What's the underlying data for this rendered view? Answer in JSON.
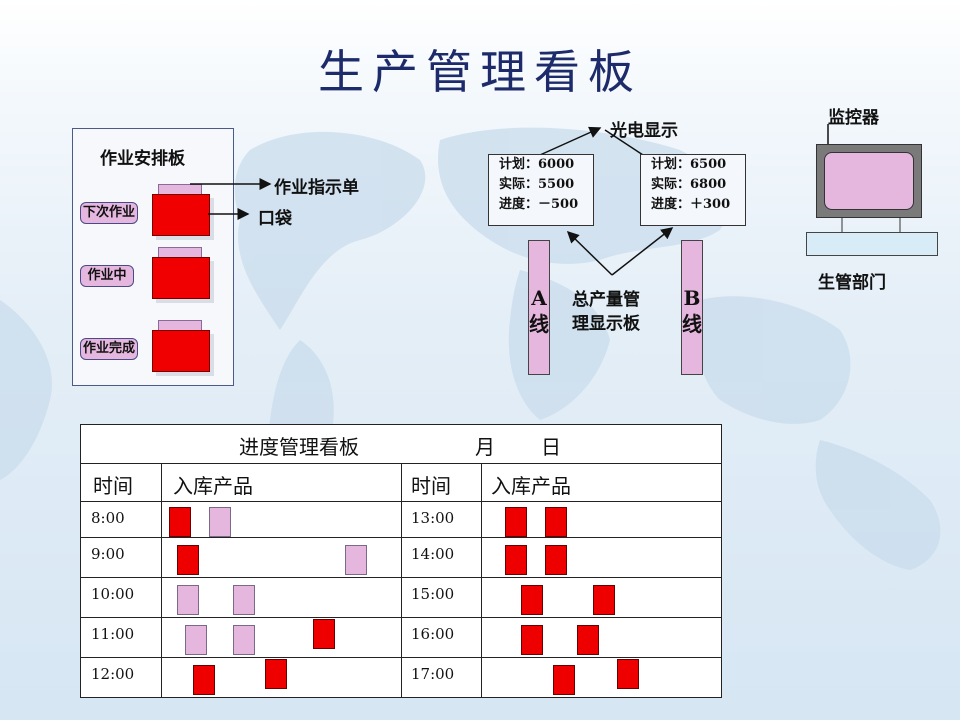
{
  "title": "生产管理看板",
  "work_board": {
    "title": "作业安排板",
    "rows": [
      "下次作业",
      "作业中",
      "作业完成"
    ],
    "callout_instruction": "作业指示单",
    "callout_pocket": "口袋"
  },
  "display": {
    "label": "光电显示",
    "line_a": {
      "label": "A\n线",
      "plan": "计划：6000",
      "actual": "实际：5500",
      "progress": "进度：－500"
    },
    "line_b": {
      "label": "B\n线",
      "plan": "计划：6500",
      "actual": "实际：6800",
      "progress": "进度：＋300"
    },
    "total_board": "总产量管\n理显示板"
  },
  "monitor": {
    "label": "监控器",
    "department": "生管部门"
  },
  "progress_table": {
    "title": "进度管理看板",
    "month": "月",
    "day": "日",
    "col_time": "时间",
    "col_product": "入库产品",
    "left_times": [
      "8:00",
      "9:00",
      "10:00",
      "11:00",
      "12:00"
    ],
    "right_times": [
      "13:00",
      "14:00",
      "15:00",
      "16:00",
      "17:00"
    ],
    "colors": {
      "red": "#ee0000",
      "pink": "#e5b7de"
    }
  }
}
